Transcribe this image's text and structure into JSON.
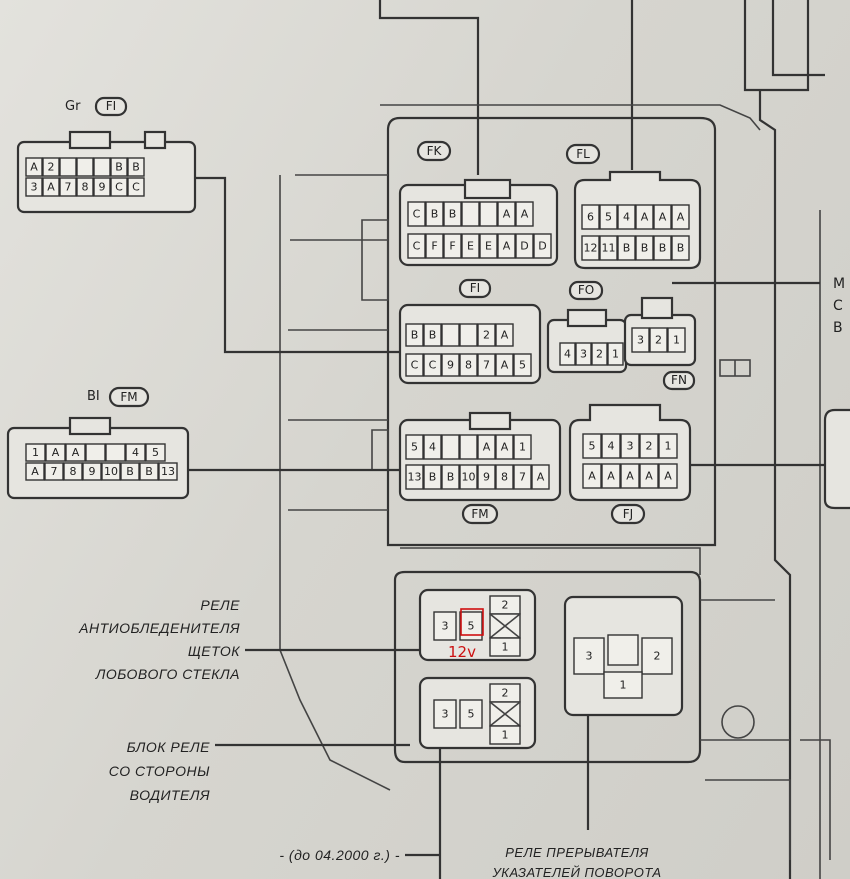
{
  "connectors": {
    "FK": {
      "tag": "FK",
      "top": [
        "C",
        "B",
        "B",
        "",
        "",
        "A",
        "A"
      ],
      "bottom": [
        "C",
        "F",
        "F",
        "E",
        "E",
        "A",
        "D",
        "D"
      ]
    },
    "FL": {
      "tag": "FL",
      "top": [
        "6",
        "5",
        "4",
        "A",
        "A",
        "A"
      ],
      "bottom": [
        "12",
        "11",
        "B",
        "B",
        "B",
        "B"
      ]
    },
    "FI": {
      "tag": "FI",
      "top": [
        "B",
        "B",
        "",
        "",
        "2",
        "A"
      ],
      "bottom": [
        "C",
        "C",
        "9",
        "8",
        "7",
        "A",
        "5"
      ]
    },
    "FO": {
      "tag": "FO",
      "pins": [
        "4",
        "3",
        "2",
        "1"
      ]
    },
    "FN": {
      "tag": "FN",
      "pins": [
        "3",
        "2",
        "1"
      ]
    },
    "FM": {
      "tag": "FM",
      "top": [
        "5",
        "4",
        "",
        "",
        "A",
        "A",
        "1"
      ],
      "bottom": [
        "13",
        "B",
        "B",
        "10",
        "9",
        "8",
        "7",
        "A"
      ]
    },
    "FJ": {
      "tag": "FJ",
      "top": [
        "5",
        "4",
        "3",
        "2",
        "1"
      ],
      "bottom": [
        "A",
        "A",
        "A",
        "A",
        "A"
      ]
    },
    "left_FI": {
      "color": "Gr",
      "tag": "FI",
      "top": [
        "A",
        "2",
        "",
        "",
        "",
        "B",
        "B"
      ],
      "bottom": [
        "3",
        "A",
        "7",
        "8",
        "9",
        "C",
        "C"
      ]
    },
    "left_FM": {
      "color": "BI",
      "tag": "FM",
      "top": [
        "1",
        "A",
        "A",
        "",
        "",
        "4",
        "5"
      ],
      "bottom": [
        "A",
        "7",
        "8",
        "9",
        "10",
        "B",
        "B",
        "13"
      ]
    }
  },
  "relays": {
    "deicer": {
      "pins": [
        "3",
        "5",
        "2",
        "1"
      ]
    },
    "driver_side": {
      "pins": [
        "3",
        "5",
        "2",
        "1"
      ]
    },
    "flasher": {
      "pins": [
        "3",
        "2",
        "1"
      ]
    }
  },
  "annotations": {
    "voltage": "12v"
  },
  "labels": {
    "deicer_relay": [
      "РЕЛЕ",
      "АНТИОБЛЕДЕНИТЕЛЯ",
      "ЩЕТОК",
      "ЛОБОВОГО СТЕКЛА"
    ],
    "relay_block": [
      "БЛОК РЕЛЕ",
      "СО СТОРОНЫ",
      "ВОДИТЕЛЯ"
    ],
    "date_note": "- (до 04.2000 г.) -",
    "flasher_relay": [
      "РЕЛЕ ПРЕРЫВАТЕЛЯ",
      "УКАЗАТЕЛЕЙ ПОВОРОТА"
    ],
    "right_cut": [
      "М",
      "С",
      "В"
    ]
  }
}
